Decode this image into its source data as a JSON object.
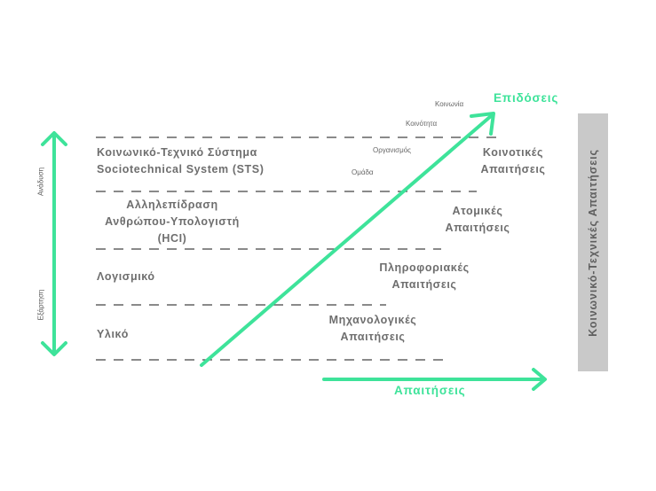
{
  "layers": [
    {
      "line1": "Κοινωνικό-Τεχνικό Σύστημα",
      "line2": "Sociotechnical System (STS)",
      "line3": ""
    },
    {
      "line1": "Αλληλεπίδραση",
      "line2": "Ανθρώπου-Υπολογιστή",
      "line3": "(HCI)"
    },
    {
      "line1": "Λογισμικό",
      "line2": "",
      "line3": ""
    },
    {
      "line1": "Υλικό",
      "line2": "",
      "line3": ""
    }
  ],
  "requirements": [
    {
      "line1": "Κοινοτικές",
      "line2": "Απαιτήσεις"
    },
    {
      "line1": "Ατομικές",
      "line2": "Απαιτήσεις"
    },
    {
      "line1": "Πληροφοριακές",
      "line2": "Απαιτήσεις"
    },
    {
      "line1": "Μηχανολογικές",
      "line2": "Απαιτήσεις"
    }
  ],
  "scale_labels": [
    "Κοινωνία",
    "Κοινότητα",
    "Οργανισμός",
    "Ομάδα"
  ],
  "axis": {
    "performance": "Επιδόσεις",
    "requirements": "Απαιτήσεις",
    "emergence": "Ανάδυση",
    "dependence": "Εξάρτηση"
  },
  "sidebar": {
    "label": "Κοινωνικό-Τεχνικές Απαιτήσεις"
  },
  "colors": {
    "accent": "#3ee39a",
    "text": "#6e6e6e",
    "dash": "#444444",
    "sidebar": "#c9c9c9"
  }
}
